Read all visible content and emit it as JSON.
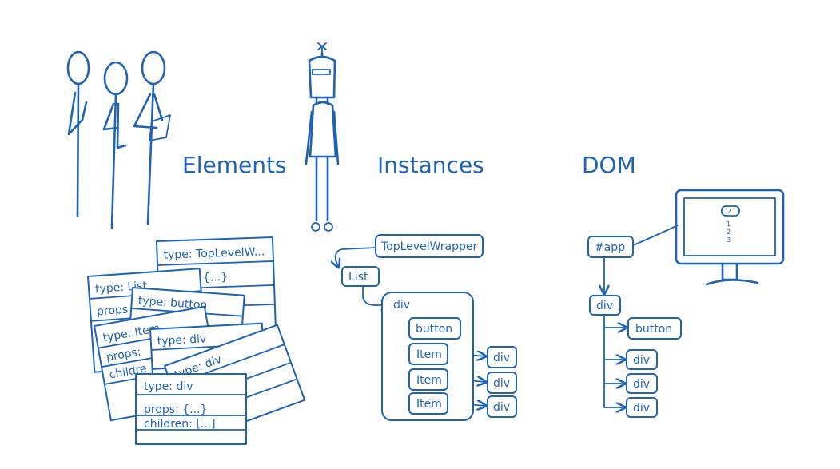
{
  "headings": {
    "elements": "Elements",
    "instances": "Instances",
    "dom": "DOM"
  },
  "element_cards": [
    {
      "type": "type:  TopLevelW...",
      "props": "props:  {...}"
    },
    {
      "type": "type:  List",
      "props": "props"
    },
    {
      "type": "type:  button"
    },
    {
      "type": "type:  Item",
      "props": "props:",
      "children": "childre"
    },
    {
      "type": "type:  div"
    },
    {
      "type": "type:  div"
    },
    {
      "type": "type:  div",
      "props": "props:  {...}",
      "children": "children:  [...]"
    }
  ],
  "instances": {
    "top": "TopLevelWrapper",
    "list": "List",
    "div": "div",
    "button": "button",
    "items": [
      "Item",
      "Item",
      "Item"
    ],
    "item_divs": [
      "div",
      "div",
      "div"
    ]
  },
  "dom": {
    "app": "#app",
    "div": "div",
    "button": "button",
    "children": [
      "div",
      "div",
      "div"
    ],
    "monitor_badge": "2",
    "monitor_list": [
      "1",
      "2",
      "3"
    ]
  }
}
